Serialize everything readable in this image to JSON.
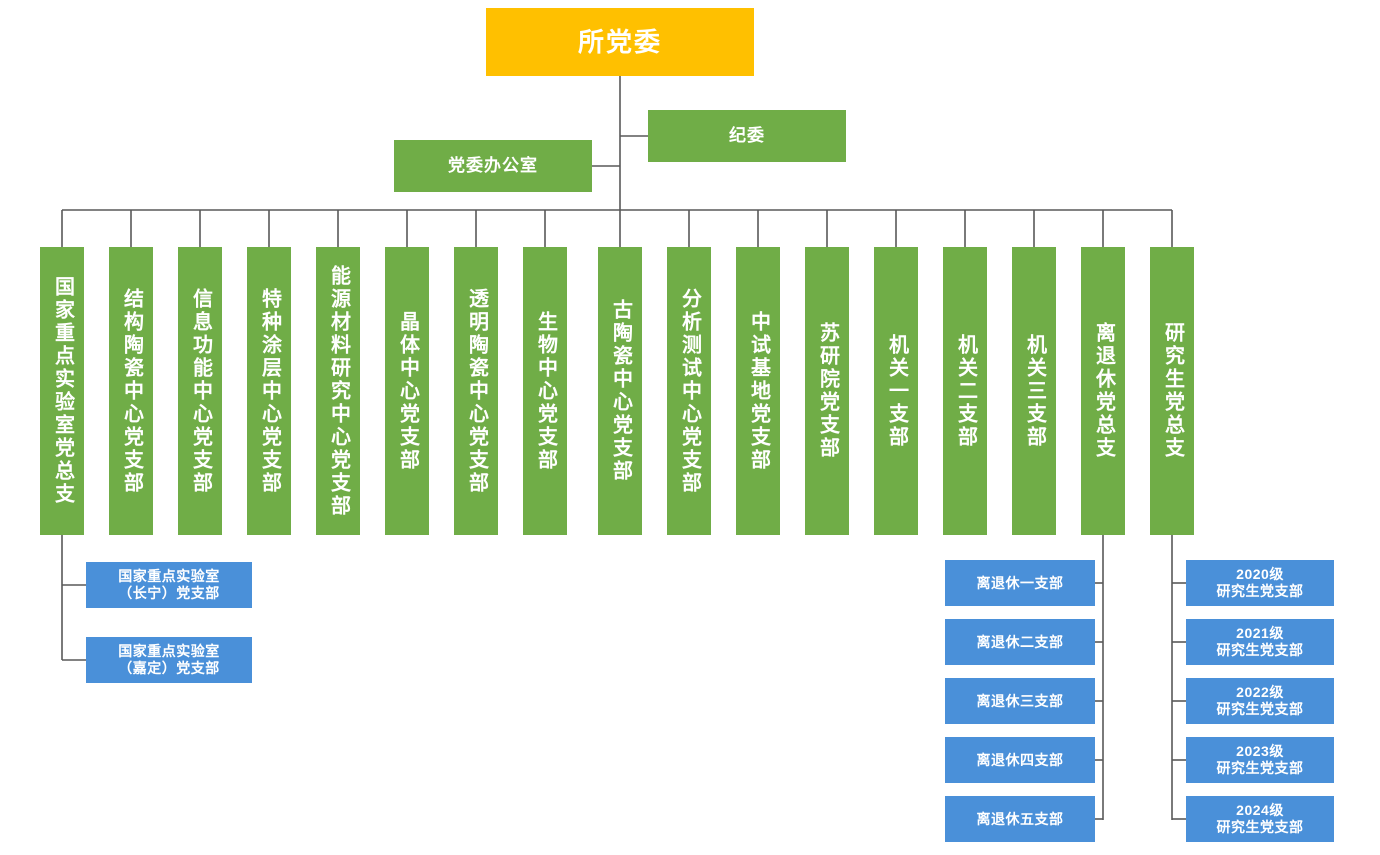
{
  "diagram": {
    "type": "org-chart",
    "title_node": {
      "label": "所党委",
      "color": "#ffc000"
    },
    "second_level": [
      {
        "label": "党委办公室",
        "color": "#70ad47"
      },
      {
        "label": "纪委",
        "color": "#70ad47"
      }
    ],
    "branches": [
      {
        "label": "国家重点实验室党总支",
        "color": "#70ad47"
      },
      {
        "label": "结构陶瓷中心党支部",
        "color": "#70ad47"
      },
      {
        "label": "信息功能中心党支部",
        "color": "#70ad47"
      },
      {
        "label": "特种涂层中心党支部",
        "color": "#70ad47"
      },
      {
        "label": "能源材料研究中心党支部",
        "color": "#70ad47"
      },
      {
        "label": "晶体中心党支部",
        "color": "#70ad47"
      },
      {
        "label": "透明陶瓷中心党支部",
        "color": "#70ad47"
      },
      {
        "label": "生物中心党支部",
        "color": "#70ad47"
      },
      {
        "label": "古陶瓷中心党支部",
        "color": "#70ad47"
      },
      {
        "label": "分析测试中心党支部",
        "color": "#70ad47"
      },
      {
        "label": "中试基地党支部",
        "color": "#70ad47"
      },
      {
        "label": "苏研院党支部",
        "color": "#70ad47"
      },
      {
        "label": "机关一支部",
        "color": "#70ad47"
      },
      {
        "label": "机关二支部",
        "color": "#70ad47"
      },
      {
        "label": "机关三支部",
        "color": "#70ad47"
      },
      {
        "label": "离退休党总支",
        "color": "#70ad47"
      },
      {
        "label": "研究生党总支",
        "color": "#70ad47"
      }
    ],
    "lab_children": [
      {
        "line1": "国家重点实验室",
        "line2": "（长宁）党支部",
        "color": "#4a90d9"
      },
      {
        "line1": "国家重点实验室",
        "line2": "（嘉定）党支部",
        "color": "#4a90d9"
      }
    ],
    "retired_children": [
      {
        "label": "离退休一支部",
        "color": "#4a90d9"
      },
      {
        "label": "离退休二支部",
        "color": "#4a90d9"
      },
      {
        "label": "离退休三支部",
        "color": "#4a90d9"
      },
      {
        "label": "离退休四支部",
        "color": "#4a90d9"
      },
      {
        "label": "离退休五支部",
        "color": "#4a90d9"
      }
    ],
    "grad_children": [
      {
        "line1": "2020级",
        "line2": "研究生党支部",
        "color": "#4a90d9"
      },
      {
        "line1": "2021级",
        "line2": "研究生党支部",
        "color": "#4a90d9"
      },
      {
        "line1": "2022级",
        "line2": "研究生党支部",
        "color": "#4a90d9"
      },
      {
        "line1": "2023级",
        "line2": "研究生党支部",
        "color": "#4a90d9"
      },
      {
        "line1": "2024级",
        "line2": "研究生党支部",
        "color": "#4a90d9"
      }
    ]
  }
}
